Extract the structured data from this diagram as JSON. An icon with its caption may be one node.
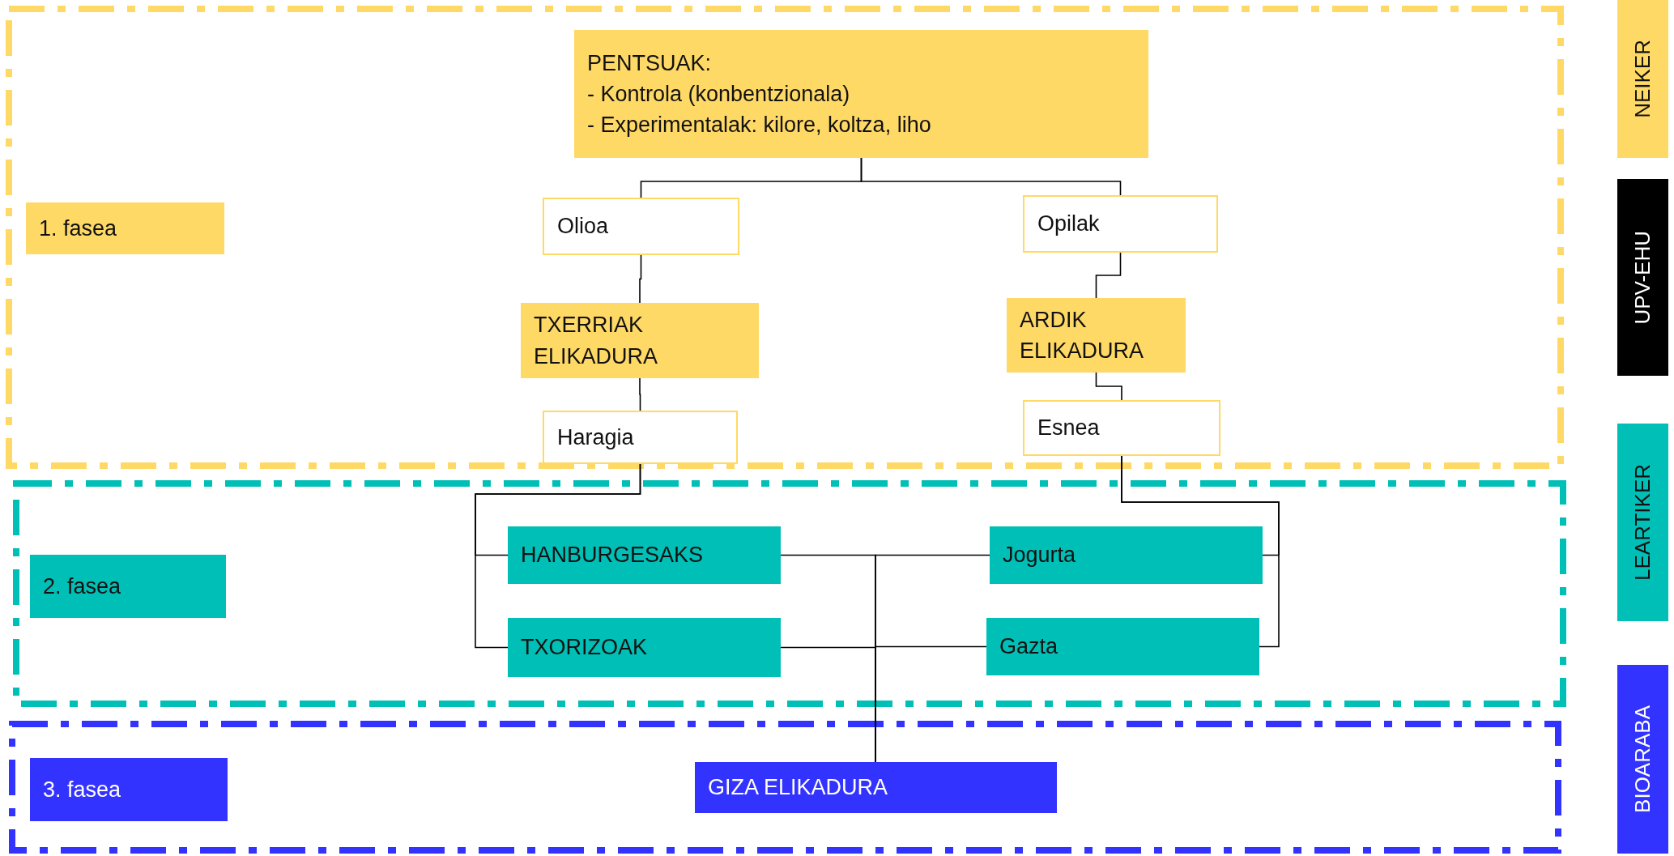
{
  "diagram": {
    "nodes": [
      {
        "text": [],
        "shape": "box"
      },
      {
        "text": [
          "PENTSUAK:",
          "- Kontrola (konbentzionala)",
          "- Experimentalak: kilore, koltza, liho"
        ],
        "in": 0
      },
      {
        "text": [
          "1. fasea"
        ],
        "in": 0
      },
      {
        "text": [
          "Olioa"
        ],
        "in": 0
      },
      {
        "text": [
          "Opilak"
        ],
        "in": 0
      },
      {
        "text": [
          "TXERRIAK ELIKADURA"
        ],
        "in": 0
      },
      {
        "text": [
          "ARDIK ELIKADURA"
        ],
        "in": 0
      },
      {
        "text": [
          "Haragia"
        ],
        "in": 0
      },
      {
        "text": [
          "Esnea"
        ],
        "in": 0
      },
      {
        "text": [],
        "shape": "box"
      },
      {
        "text": [
          "2. fasea"
        ],
        "in": 9
      },
      {
        "text": [
          "HANBURGESAKS"
        ],
        "in": 9
      },
      {
        "text": [
          "Jogurta"
        ],
        "in": 9
      },
      {
        "text": [
          "TXORIZOAK"
        ],
        "in": 9
      },
      {
        "text": [
          "Gazta"
        ],
        "in": 9
      },
      {
        "text": [],
        "shape": "box"
      },
      {
        "text": [
          "3. fasea"
        ],
        "in": 15
      },
      {
        "text": [
          "GIZA ELIKADURA"
        ],
        "in": 15
      },
      {
        "text": [
          "NEIKER"
        ]
      },
      {
        "text": [
          "UPV-EHU"
        ]
      },
      {
        "text": [
          "LEARTIKER"
        ]
      },
      {
        "text": [
          "BIOARABA"
        ]
      }
    ],
    "edges": [
      {
        "from": 1,
        "to": 3,
        "arrow": "none"
      },
      {
        "from": 1,
        "to": 4,
        "arrow": "none"
      },
      {
        "from": 3,
        "to": 5,
        "arrow": "none"
      },
      {
        "from": 5,
        "to": 7,
        "arrow": "none"
      },
      {
        "from": 4,
        "to": 6,
        "arrow": "none"
      },
      {
        "from": 6,
        "to": 8,
        "arrow": "none"
      },
      {
        "from": 7,
        "to": 11,
        "arrow": "none"
      },
      {
        "from": 7,
        "to": 13,
        "arrow": "none"
      },
      {
        "from": 8,
        "to": 12,
        "arrow": "none"
      },
      {
        "from": 8,
        "to": 14,
        "arrow": "none"
      },
      {
        "from": 11,
        "to": 17,
        "arrow": "none"
      },
      {
        "from": 12,
        "to": 17,
        "arrow": "none"
      },
      {
        "from": 13,
        "to": 17,
        "arrow": "none"
      },
      {
        "from": 14,
        "to": 17,
        "arrow": "none"
      }
    ]
  }
}
